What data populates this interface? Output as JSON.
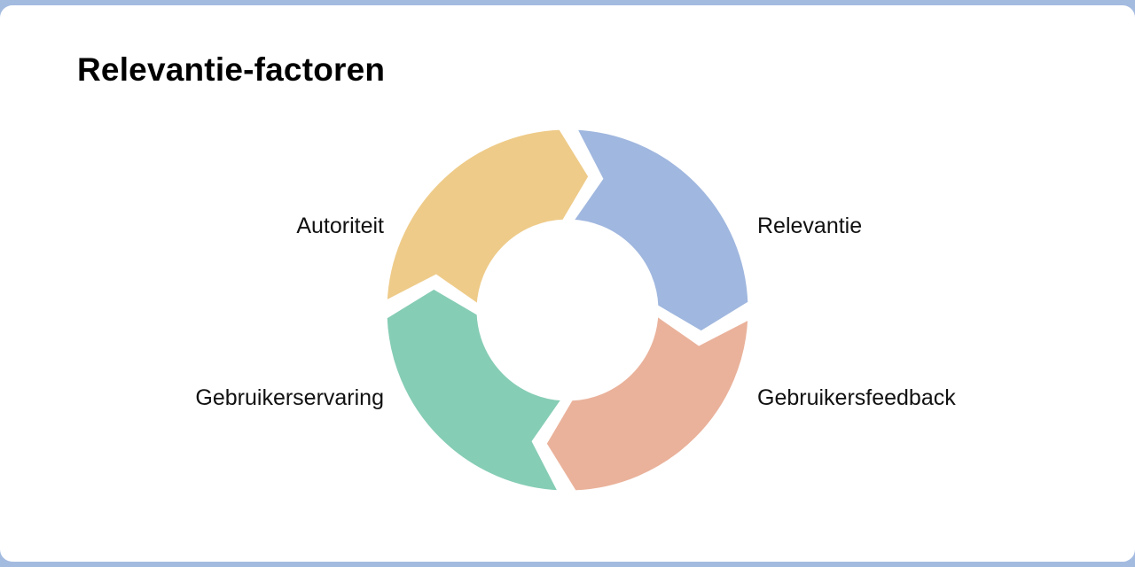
{
  "title": "Relevantie-factoren",
  "cycle": {
    "segments": [
      {
        "label": "Relevantie",
        "color": "#a0b7df",
        "position": "top-right"
      },
      {
        "label": "Gebruikersfeedback",
        "color": "#eab29b",
        "position": "bottom-right"
      },
      {
        "label": "Gebruikerservaring",
        "color": "#86cdb5",
        "position": "bottom-left"
      },
      {
        "label": "Autoriteit",
        "color": "#eecb89",
        "position": "top-left"
      }
    ]
  },
  "colors": {
    "background": "#ffffff",
    "frame": "#a4bbe0",
    "divider": "#ffffff"
  }
}
